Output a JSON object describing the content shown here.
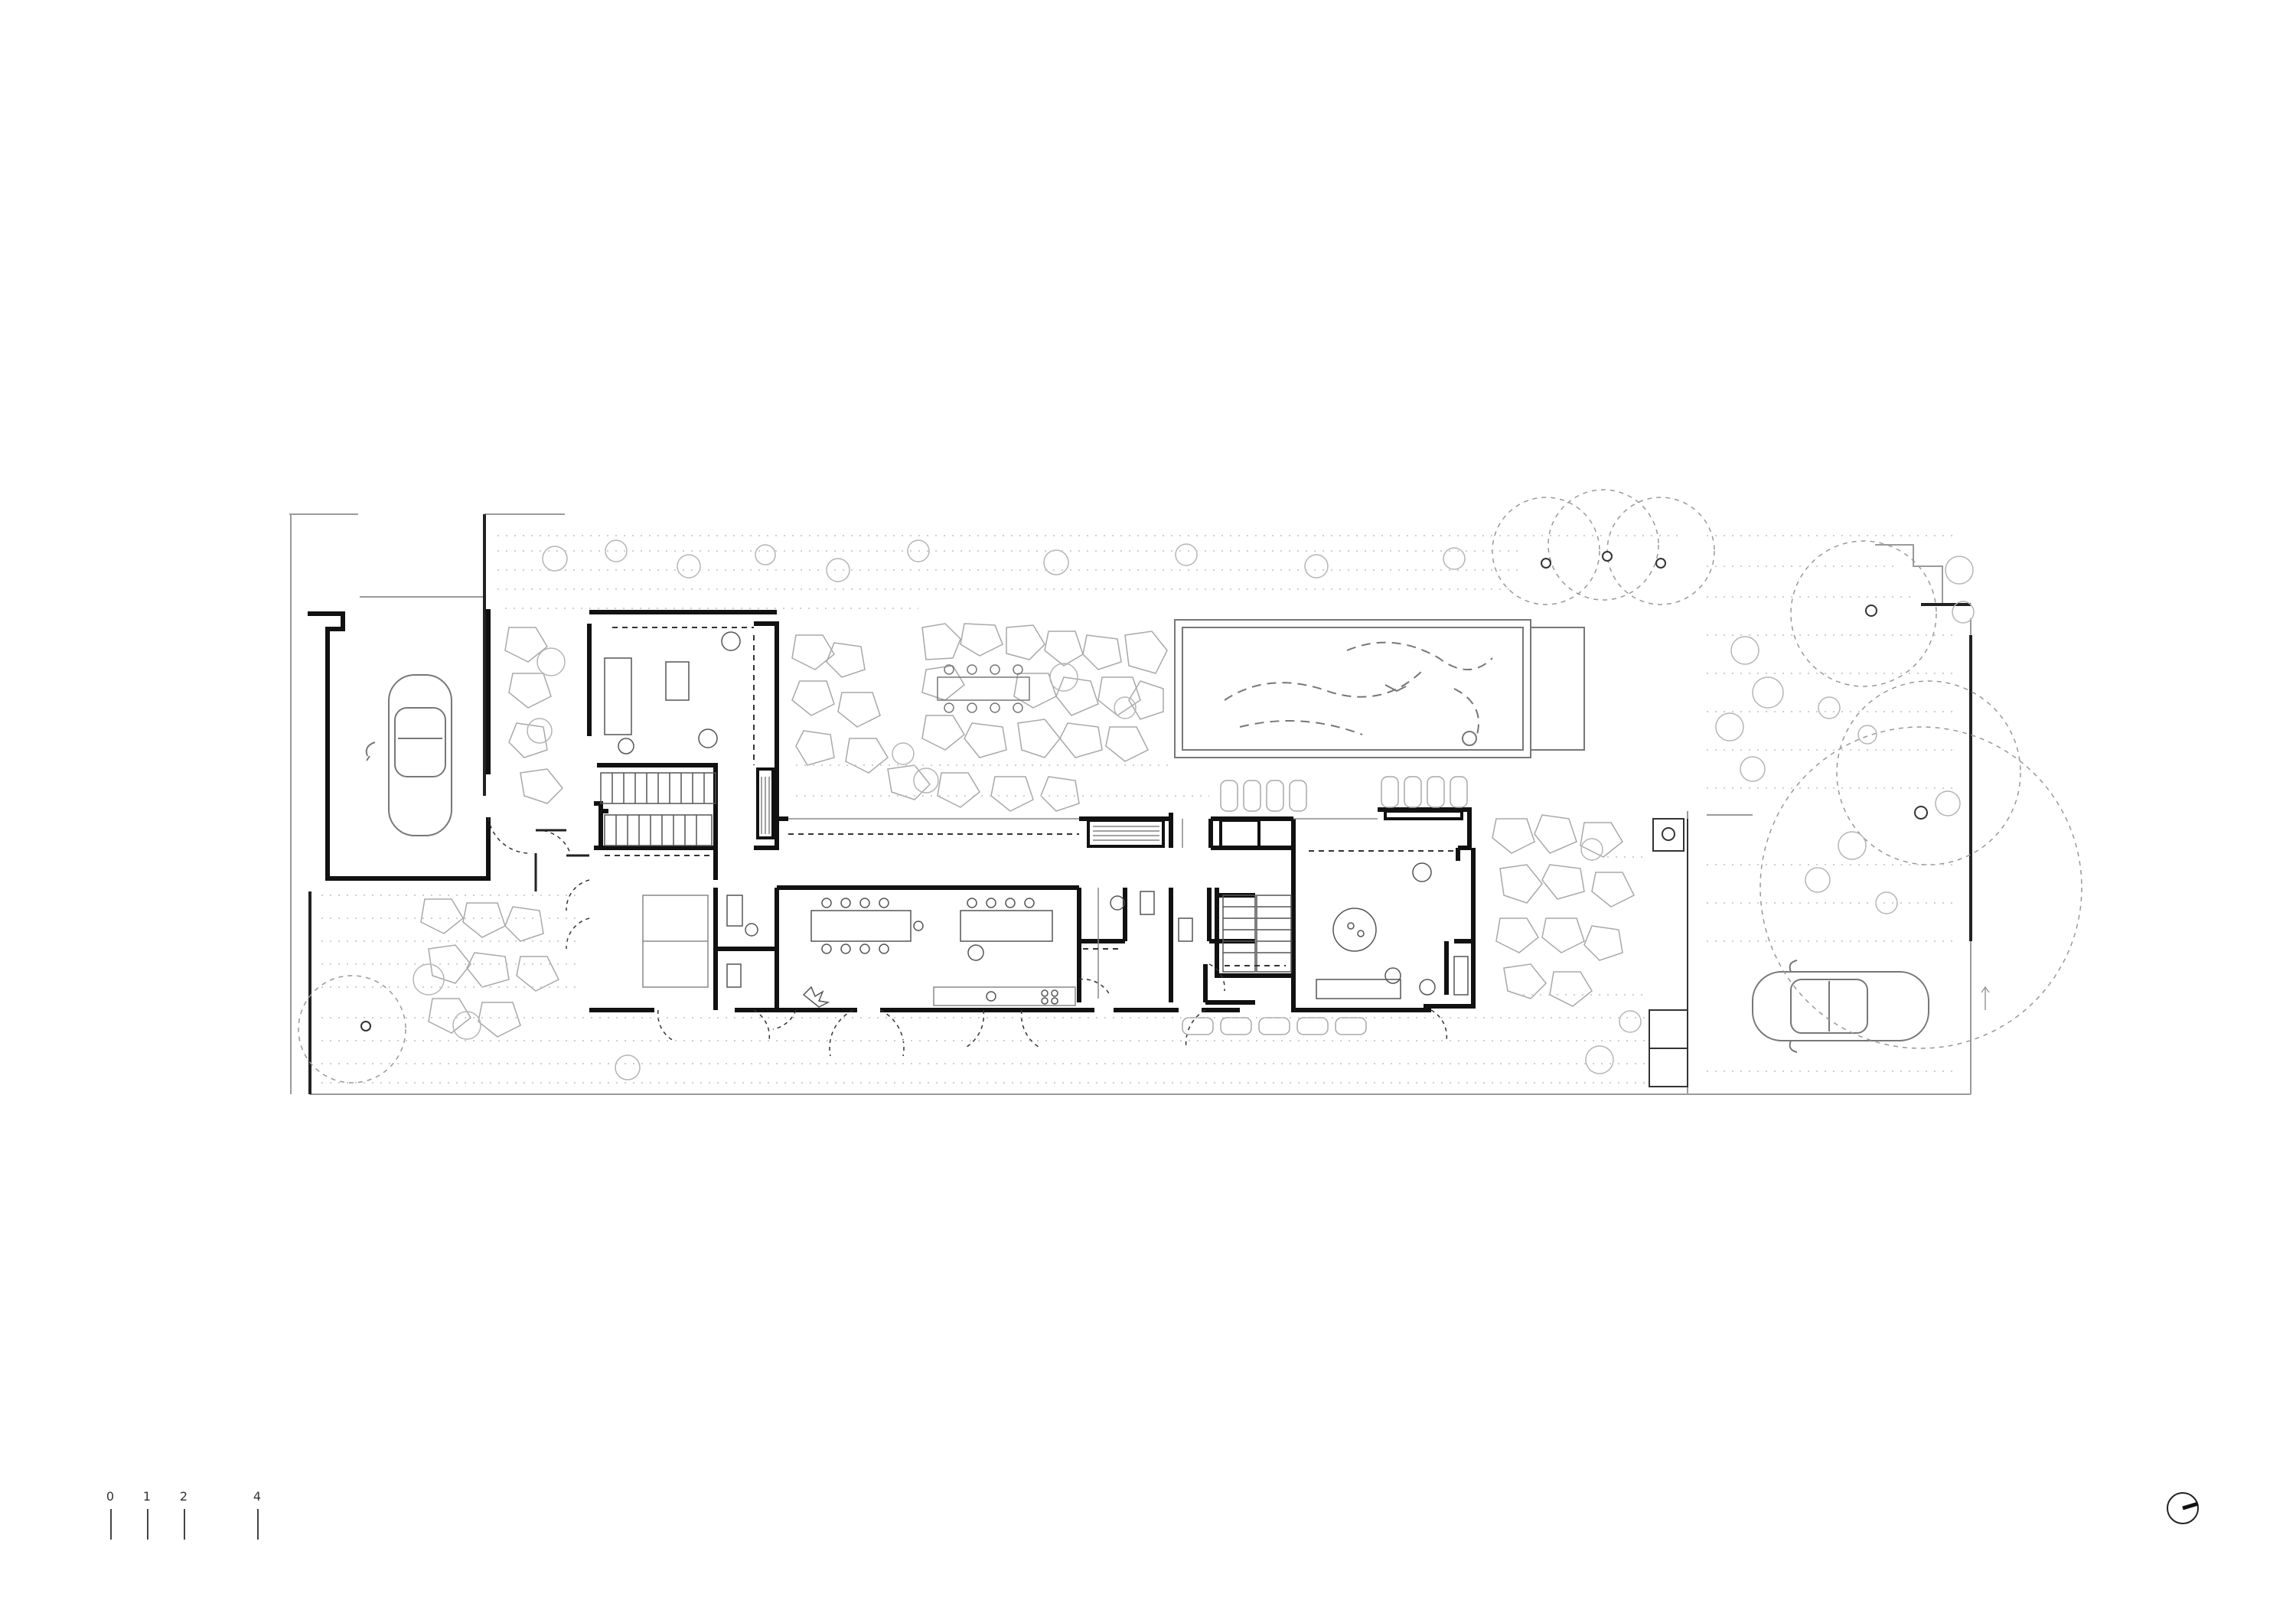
{
  "scale_bar": {
    "ticks": [
      {
        "value": "0"
      },
      {
        "value": "1"
      },
      {
        "value": "2"
      },
      {
        "value": "4"
      }
    ]
  },
  "north_arrow": {
    "icon": "north-arrow-icon"
  },
  "colors": {
    "background": "#ffffff",
    "wall": "#111111",
    "light_line": "#9a9a9a",
    "vegetation": "#bdbdbd"
  }
}
